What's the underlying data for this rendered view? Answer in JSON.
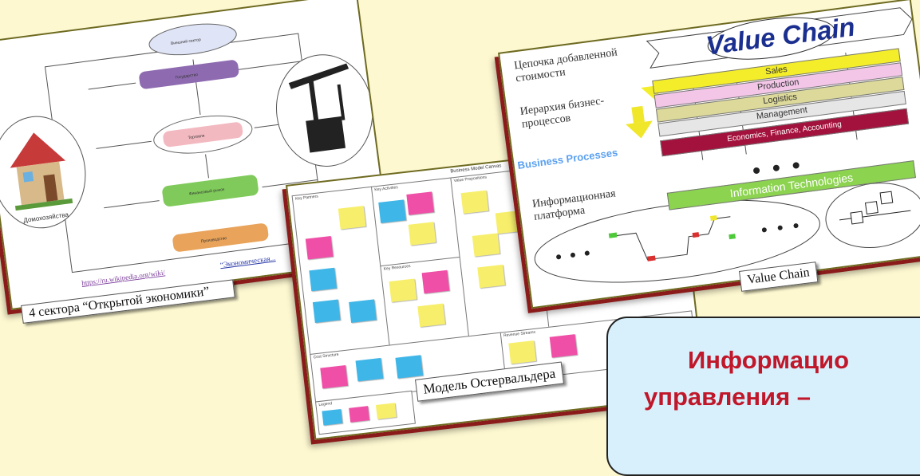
{
  "card1": {
    "caption": "4 сектора “Открытой экономики”",
    "link_url": "https://ru.wikipedia.org/wiki/",
    "link_title": "“Экономическая...",
    "households_label": "Домохозяйства",
    "nodes": [
      "Внешний сектор",
      "Государство",
      "Торговля",
      "Финансовый рынок",
      "Производство"
    ]
  },
  "card2": {
    "caption": "Модель Остервальдера",
    "title": "Business Model Canvas",
    "blocks": [
      "Key Partners",
      "Key Activities",
      "Value Propositions",
      "Key Resources",
      "Cost Structure",
      "Revenue Streams",
      "Legend"
    ]
  },
  "card3": {
    "caption": "Value Chain",
    "banner": "Value Chain",
    "label_chain": "Цепочка добавленной стоимости",
    "label_hierarchy": "Иерархия бизнес-процессов",
    "label_bp": "Business Processes",
    "label_platform": "Информационная платформа",
    "bars": [
      "Sales",
      "Production",
      "Logistics",
      "Management",
      "Economics, Finance, Accounting",
      "Information Technologies"
    ],
    "bar_colors": [
      "#f4ee2a",
      "#f3c6e8",
      "#dcd99a",
      "#e6e6e6",
      "#a3123d",
      "#8cd350"
    ]
  },
  "infobox": {
    "line1": "Информацио",
    "line2": "управления –"
  },
  "colors": {
    "background": "#fdf8d0",
    "frame_shadow": "#8b1a1a",
    "accent_red": "#c0172a",
    "infobox_bg": "#d8f0fb"
  }
}
